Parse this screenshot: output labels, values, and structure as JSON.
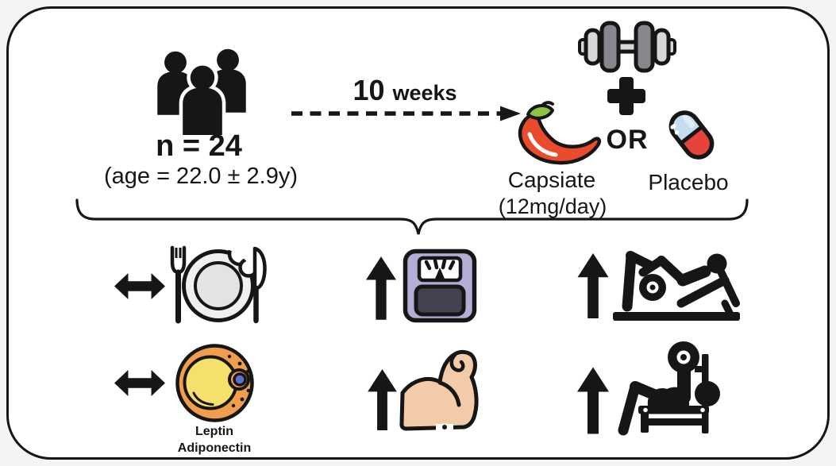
{
  "colors": {
    "canvas_bg": "#f4f4f5",
    "panel_bg": "#ffffff",
    "ink": "#161616",
    "dumbbell_light": "#d8d8db",
    "dumbbell_dark": "#87878d",
    "chili_red": "#e94b2c",
    "chili_green": "#8bc440",
    "pill_red": "#e6443a",
    "pill_blue": "#c4def0",
    "scale_body": "#b3aed6",
    "scale_platform": "#45414f",
    "plate_fill": "#efeff1",
    "plate_inner": "#e3e3e6",
    "cell_orange": "#f09d4e",
    "cell_yellow": "#f6e06c",
    "nucleus_blue": "#5f6fd1",
    "skin": "#f3cba9"
  },
  "cohort": {
    "n_label": "n = 24",
    "age_label": "(age = 22.0 ± 2.9y)"
  },
  "timeline": {
    "duration_value": "10",
    "duration_unit": "weeks"
  },
  "intervention": {
    "exercise_icon": "dumbbell-icon",
    "plus_icon": "plus-icon",
    "capsiate_icon": "chili-pepper-icon",
    "placebo_icon": "pill-icon",
    "or_label": "OR",
    "capsiate_label": "Capsiate",
    "capsiate_dose": "(12mg/day)",
    "placebo_label": "Placebo"
  },
  "outcomes": {
    "adipokine_line1": "Leptin",
    "adipokine_line2": "Adiponectin",
    "items": [
      {
        "icon": "meal-plate-icon",
        "direction": "no-change"
      },
      {
        "icon": "body-weight-scale-icon",
        "direction": "increase"
      },
      {
        "icon": "leg-press-icon",
        "direction": "increase"
      },
      {
        "icon": "fat-cell-icon",
        "direction": "no-change"
      },
      {
        "icon": "bicep-icon",
        "direction": "increase"
      },
      {
        "icon": "bench-press-icon",
        "direction": "increase"
      }
    ]
  }
}
